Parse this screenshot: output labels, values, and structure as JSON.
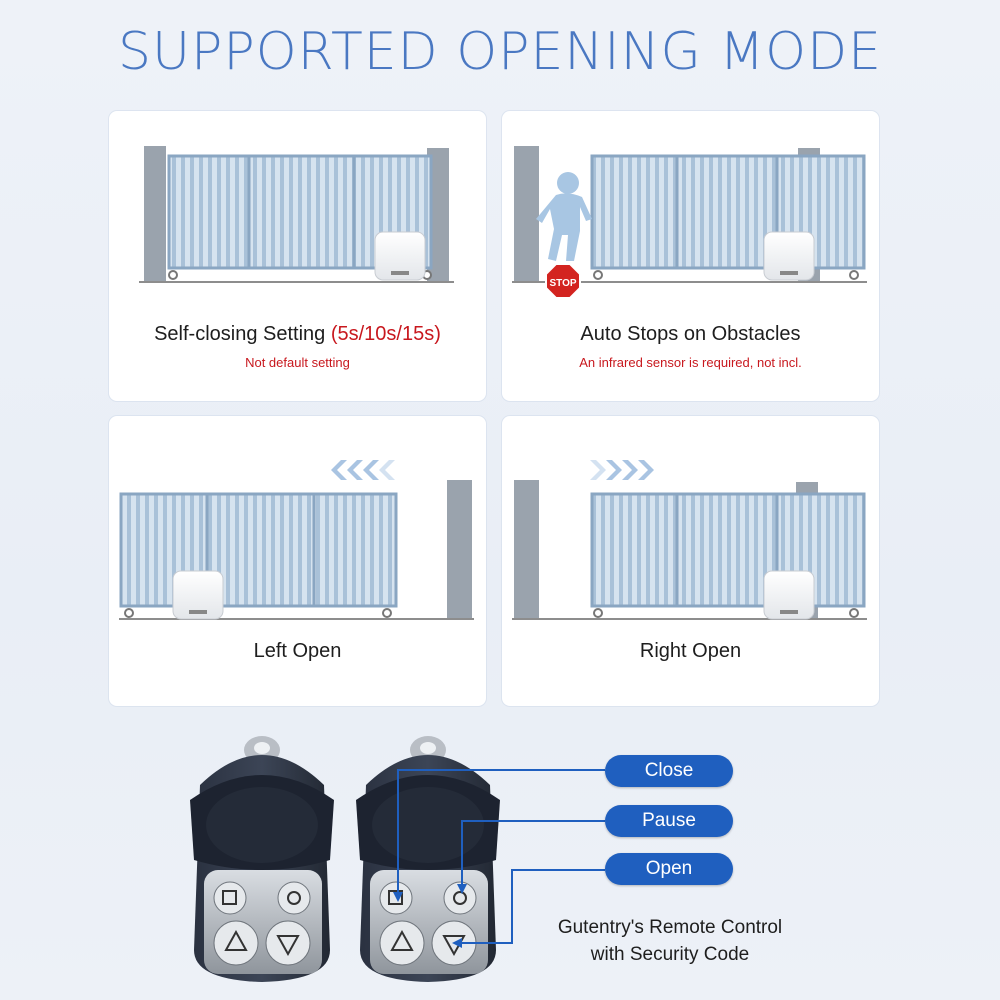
{
  "title": "SUPPORTED OPENING MODE",
  "cards": [
    {
      "caption": "Self-closing Setting",
      "caption_highlight": "(5s/10s/15s)",
      "note": "Not default setting"
    },
    {
      "caption": "Auto Stops on Obstacles",
      "note": "An infrared sensor is required, not incl.",
      "stop_sign": "STOP"
    },
    {
      "caption": "Left Open",
      "arrows": "left-arrows-icon"
    },
    {
      "caption": "Right Open",
      "arrows": "right-arrows-icon"
    }
  ],
  "remote": {
    "buttons": {
      "close": "Close",
      "pause": "Pause",
      "open": "Open"
    },
    "label_line1": "Gutentry's Remote Control",
    "label_line2": "with Security Code"
  },
  "colors": {
    "title": "#4a78c2",
    "accent_red": "#c8181e",
    "pill_blue": "#1f5fbf",
    "gate_fill": "#c9d8e8",
    "gate_frame": "#7f9bb8"
  }
}
